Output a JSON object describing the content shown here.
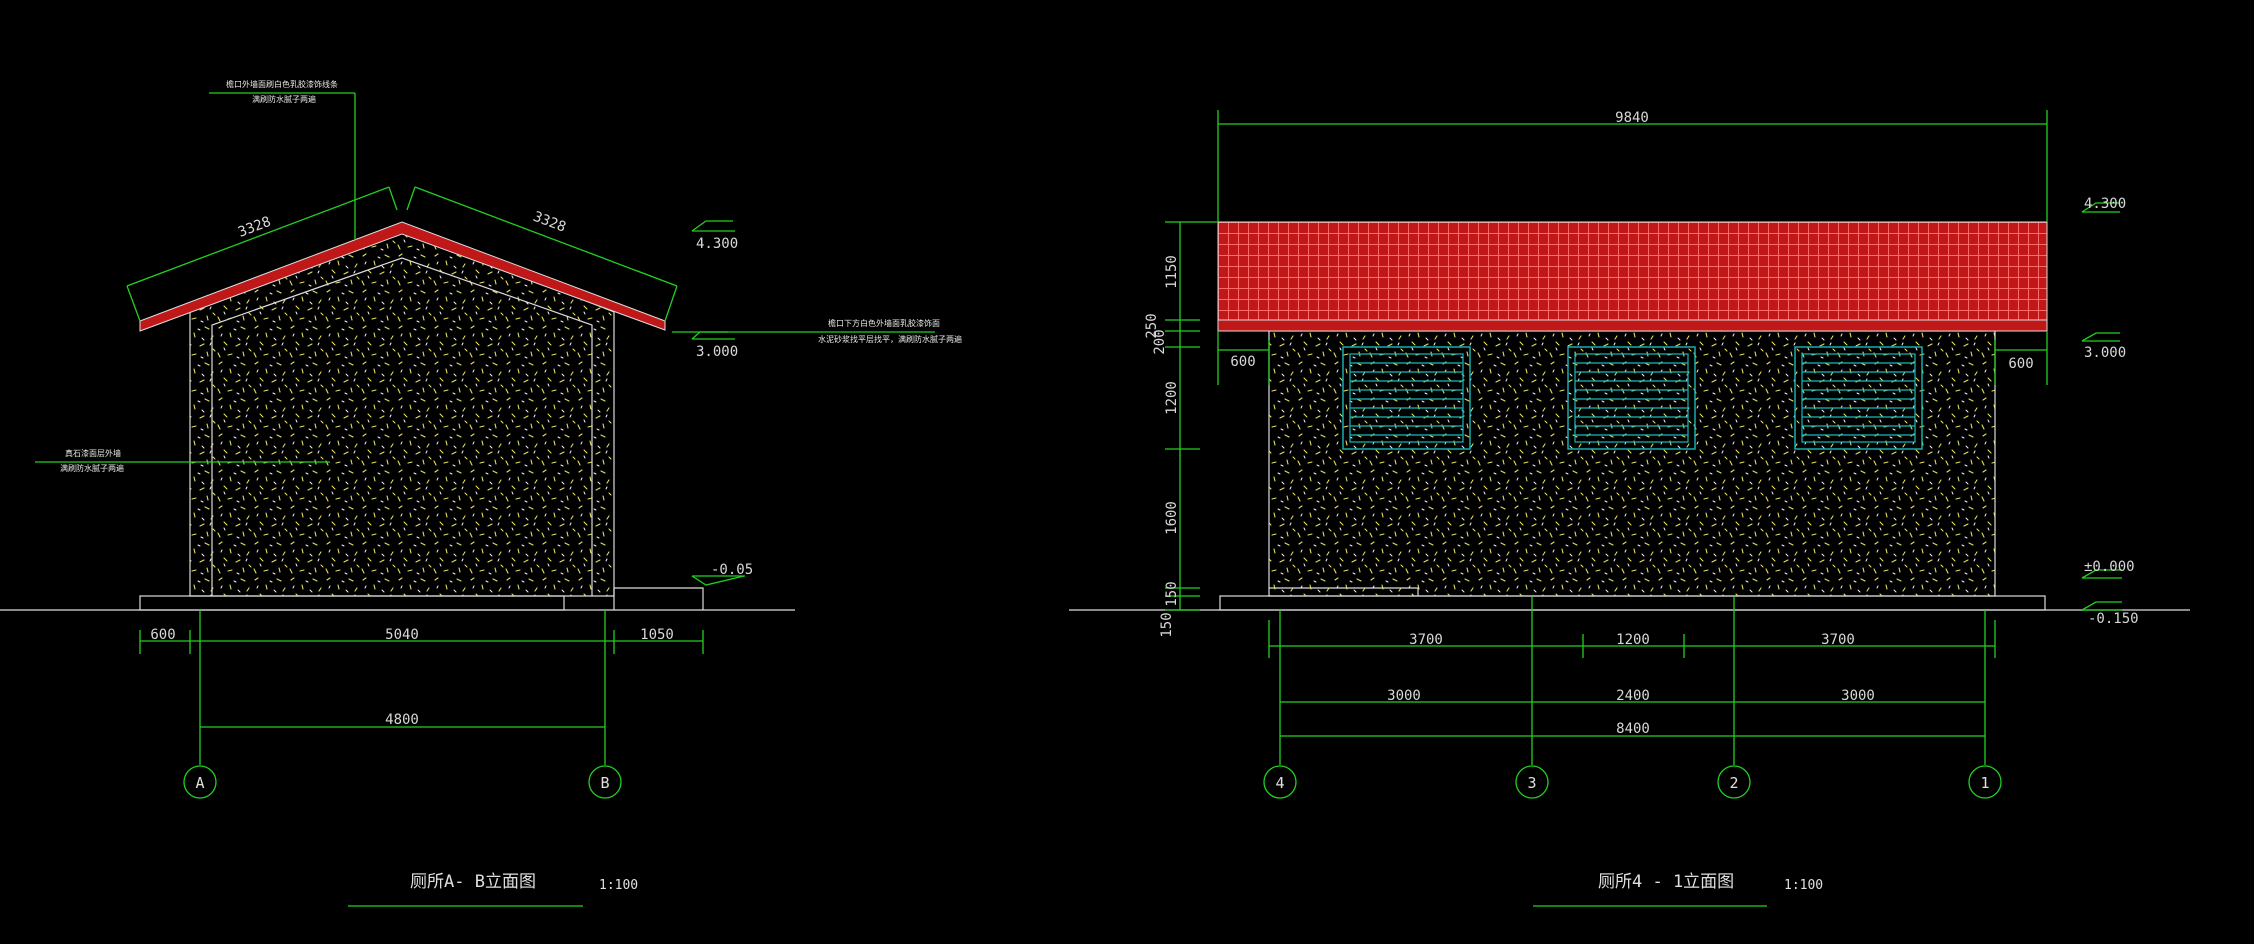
{
  "colors": {
    "background": "#000000",
    "dimension_line": "#22d022",
    "roof": "#c01818",
    "tile_grid": "#ff6a6a",
    "louver": "#17b9b9",
    "speckle": "#e8e060",
    "outline": "#dcdcdc"
  },
  "left_view": {
    "title": "厕所A- B立面图",
    "scale": "1:100",
    "dims": {
      "slope_left": "3328",
      "slope_right": "3328",
      "base_left": "600",
      "base_mid": "5040",
      "base_right": "1050",
      "axis_span": "4800"
    },
    "levels": {
      "ridge": "4.300",
      "eave": "3.000",
      "ground": "-0.05"
    },
    "notes": {
      "roof_line1": "檐口外墙面刷白色乳胶漆饰线条",
      "roof_line2": "满刷防水腻子两遍",
      "eave_line1": "檐口下方白色外墙面乳胶漆饰面",
      "eave_line2": "水泥砂浆找平层找平，满刷防水腻子两遍",
      "wall_line1": "真石漆面层外墙",
      "wall_line2": "满刷防水腻子两遍"
    },
    "axes": [
      "A",
      "B"
    ]
  },
  "right_view": {
    "title": "厕所4 - 1立面图",
    "scale": "1:100",
    "dims": {
      "top_total": "9840",
      "overhang_left": "600",
      "overhang_right": "600",
      "v_roof": "1150",
      "v_fascia": "250",
      "v_lintel": "200",
      "v_window": "1200",
      "v_sill": "1600",
      "v_plinth": "150",
      "v_below": "150",
      "row1_left": "3700",
      "row1_mid": "1200",
      "row1_right": "3700",
      "row2_left": "3000",
      "row2_mid": "2400",
      "row2_right": "3000",
      "row3_total": "8400"
    },
    "levels": {
      "ridge": "4.300",
      "eave": "3.000",
      "floor": "±0.000",
      "ground": "-0.150"
    },
    "axes": [
      "4",
      "3",
      "2",
      "1"
    ]
  }
}
